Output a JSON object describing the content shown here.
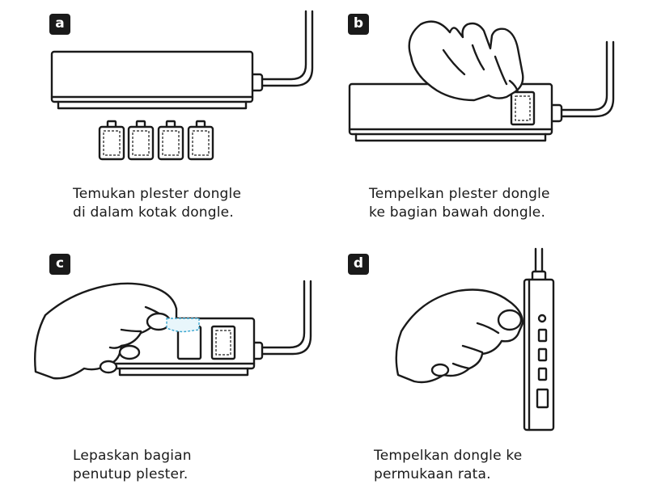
{
  "panels": [
    {
      "label": "a",
      "caption_lines": [
        "Temukan plester dongle",
        "di dalam kotak dongle."
      ]
    },
    {
      "label": "b",
      "caption_lines": [
        "Tempelkan plester dongle",
        "ke bagian bawah dongle."
      ]
    },
    {
      "label": "c",
      "caption_lines": [
        "Lepaskan bagian",
        "penutup plester."
      ]
    },
    {
      "label": "d",
      "caption_lines": [
        "Tempelkan dongle ke",
        "permukaan rata."
      ]
    }
  ],
  "colors": {
    "ink": "#1a1a1a",
    "highlight": "#3aa6d0"
  }
}
